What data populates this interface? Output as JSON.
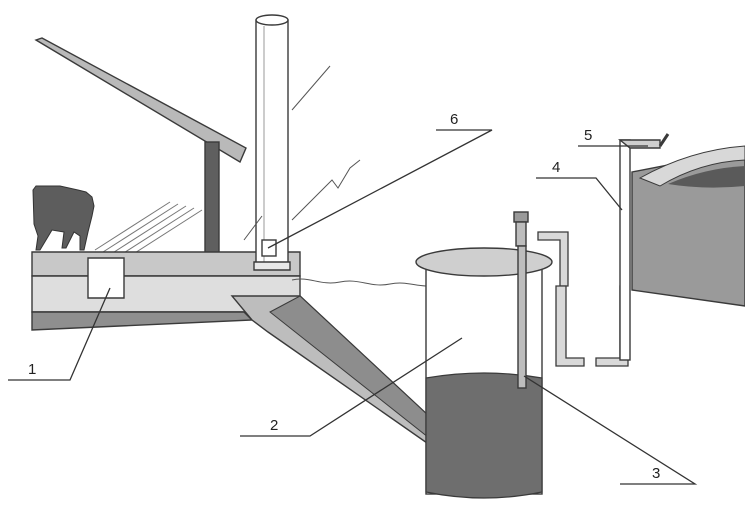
{
  "diagram": {
    "callouts": [
      {
        "id": "1",
        "text": "1"
      },
      {
        "id": "2",
        "text": "2"
      },
      {
        "id": "3",
        "text": "3"
      },
      {
        "id": "4",
        "text": "4"
      },
      {
        "id": "5",
        "text": "5"
      },
      {
        "id": "6",
        "text": "6"
      }
    ]
  },
  "colors": {
    "ground_light": "#d6d6d6",
    "ground_dark": "#8c8c8c",
    "liquid": "#6e6e6e",
    "tank_wall": "#ffffff",
    "tank_lid": "#cfcfcf",
    "holder_body": "#9a9a9a",
    "outline": "#3a3a3a"
  }
}
